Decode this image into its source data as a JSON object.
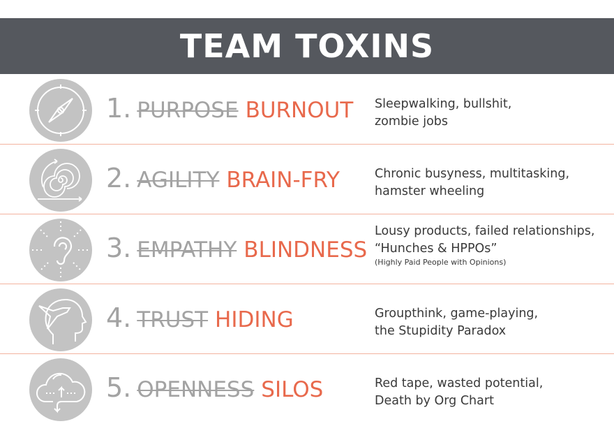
{
  "title": "TEAM TOXINS",
  "colors": {
    "header_bg": "#55585e",
    "accent": "#e8694c",
    "muted": "#a3a3a3",
    "icon_bg": "#c3c3c3",
    "separator": "#f3b39f"
  },
  "items": [
    {
      "number": "1.",
      "struck": "PURPOSE",
      "toxin": "BURNOUT",
      "icon": "compass-icon",
      "desc": [
        "Sleepwalking, bullshit,",
        "zombie jobs"
      ]
    },
    {
      "number": "2.",
      "struck": "AGILITY",
      "toxin": "BRAIN-FRY",
      "icon": "spiral-icon",
      "desc": [
        "Chronic busyness, multitasking,",
        "hamster wheeling"
      ]
    },
    {
      "number": "3.",
      "struck": "EMPATHY",
      "toxin": "BLINDNESS",
      "icon": "ear-icon",
      "desc": [
        "Lousy products, failed relationships,",
        "“Hunches & HPPOs”"
      ],
      "note": "(Highly Paid People with Opinions)"
    },
    {
      "number": "4.",
      "struck": "TRUST",
      "toxin": "HIDING",
      "icon": "head-bird-icon",
      "desc": [
        "Groupthink, game-playing,",
        "the Stupidity Paradox"
      ]
    },
    {
      "number": "5.",
      "struck": "OPENNESS",
      "toxin": "SILOS",
      "icon": "cloud-icon",
      "desc": [
        "Red tape, wasted potential,",
        "Death by Org Chart"
      ]
    }
  ]
}
